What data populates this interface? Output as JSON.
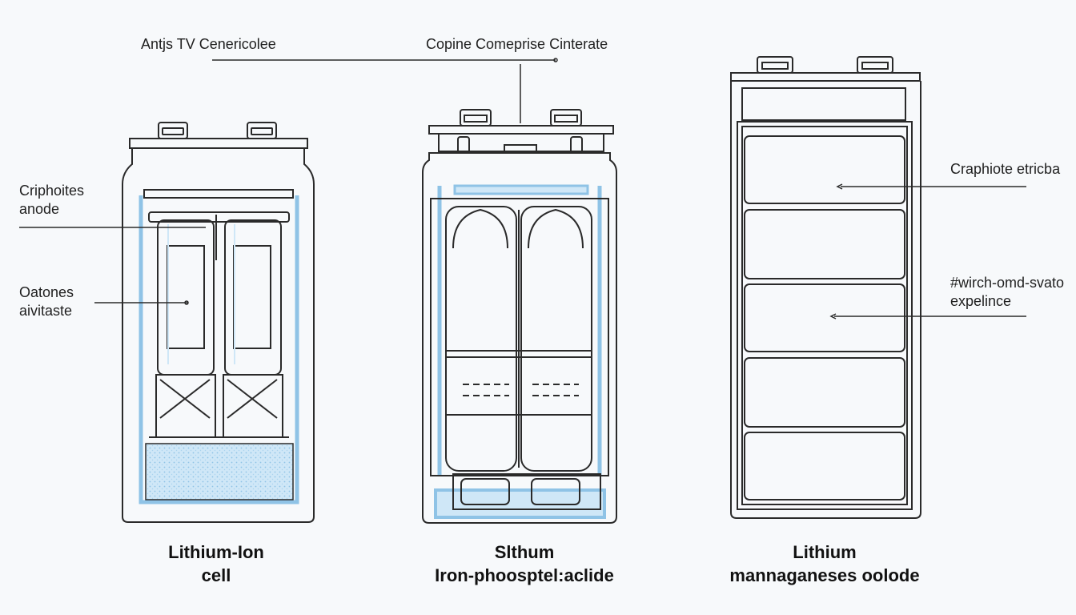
{
  "callouts": {
    "top_left": "Antjs TV Cenericolee",
    "top_center": "Copine Comeprise Cinterate",
    "left_upper_line1": "Criphoites",
    "left_upper_line2": "anode",
    "left_lower_line1": "Oatones",
    "left_lower_line2": "aivitaste",
    "right_upper": "Craphiote etricba",
    "right_lower_line1": "#wirch-omd-svato",
    "right_lower_line2": "expelince"
  },
  "cells": [
    {
      "title_line1": "Lithium-Ion",
      "title_line2": "cell"
    },
    {
      "title_line1": "Slthum",
      "title_line2": "Iron-phoosptel:aclide"
    },
    {
      "title_line1": "Lithium",
      "title_line2": "mannaganeses oolode"
    }
  ],
  "colors": {
    "stroke": "#2a2a2a",
    "electrolyte_blue": "#8fc3e6",
    "electrolyte_fill": "#cfe7f7",
    "background": "#f7f9fb"
  }
}
